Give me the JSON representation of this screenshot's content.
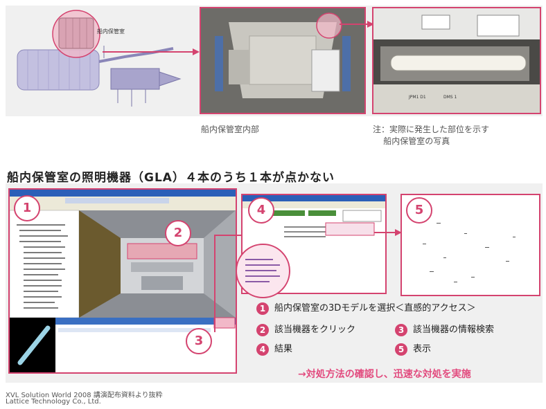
{
  "top": {
    "module_label": "船内保管室",
    "interior_caption": "船内保管室内部",
    "note_caption": "注：実際に発生した部位を示す\n    船内保管室の写真",
    "photo_labels": [
      "JPM1 D1",
      "DMS 1"
    ]
  },
  "headline": "船内保管室の照明機器（GLA）４本のうち１本が点かない",
  "steps": {
    "s1": "1",
    "s2": "2",
    "s3": "3",
    "s4": "4",
    "s5": "5"
  },
  "legend": {
    "item1": {
      "num": "1",
      "text": "船内保管室の3Dモデルを選択＜直感的アクセス＞"
    },
    "item2": {
      "num": "2",
      "text": "該当機器をクリック"
    },
    "item3": {
      "num": "3",
      "text": "該当機器の情報検索"
    },
    "item4": {
      "num": "4",
      "text": "結果"
    },
    "item5": {
      "num": "5",
      "text": "表示"
    }
  },
  "conclusion": "→対処方法の確認し、迅速な対処を実施",
  "footer": {
    "line1": "XVL Solution World 2008 講演配布資料より抜粋",
    "line2": "Lattice Technology Co., Ltd."
  },
  "colors": {
    "accent": "#d4436f",
    "conclusion": "#e24a7e"
  }
}
